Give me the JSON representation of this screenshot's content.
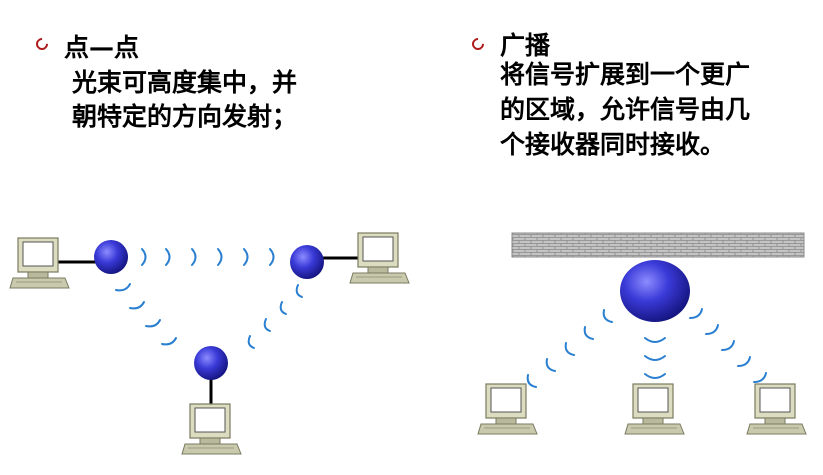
{
  "left": {
    "title": "点—点",
    "lines": [
      "光束可高度集中，并",
      "朝特定的方向发射；"
    ]
  },
  "right": {
    "title": "广播",
    "lines": [
      "将信号扩展到一个更广",
      "的区域，允许信号由几",
      "个接收器同时接收。"
    ]
  },
  "icons": {
    "bullet": "ring-bullet-icon",
    "computer": "computer-icon",
    "transceiver": "transceiver-node-icon",
    "wave": "signal-wave-icon",
    "ceiling": "ceiling-icon"
  },
  "colors": {
    "bullet": "#b01c1c",
    "node": "#3a3ad8",
    "node_dark": "#12127a",
    "wave": "#2a7fd0",
    "cable": "#000000",
    "monitor_frame": "#dcdcc0",
    "monitor_edge": "#7a7a60",
    "screen": "#ffffff",
    "ceiling": "#b8b8b8"
  }
}
